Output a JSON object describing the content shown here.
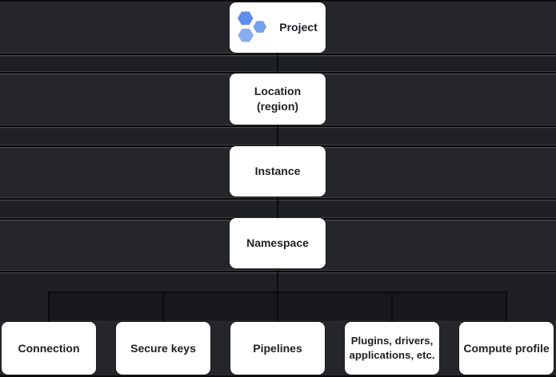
{
  "diagram": {
    "type": "hierarchy",
    "levels": [
      {
        "id": "project",
        "label": "Project",
        "icon": "project-hexagons-icon"
      },
      {
        "id": "location",
        "label": "Location (region)"
      },
      {
        "id": "instance",
        "label": "Instance"
      },
      {
        "id": "namespace",
        "label": "Namespace"
      }
    ],
    "children": [
      {
        "id": "connection",
        "label": "Connection"
      },
      {
        "id": "secure_keys",
        "label": "Secure keys"
      },
      {
        "id": "pipelines",
        "label": "Pipelines"
      },
      {
        "id": "plugins",
        "label": "Plugins, drivers, applications, etc."
      },
      {
        "id": "compute_profile",
        "label": "Compute profile"
      }
    ],
    "colors": {
      "background_row": "#25262a",
      "background_gap": "#1f2024",
      "separator_line": "#0a0b0d",
      "node_background": "#ffffff",
      "node_text": "#202124",
      "hexagon_blue_dark": "#5e8dea",
      "hexagon_blue_mid": "#74a0ed",
      "hexagon_blue_light": "#8aadf0"
    }
  }
}
